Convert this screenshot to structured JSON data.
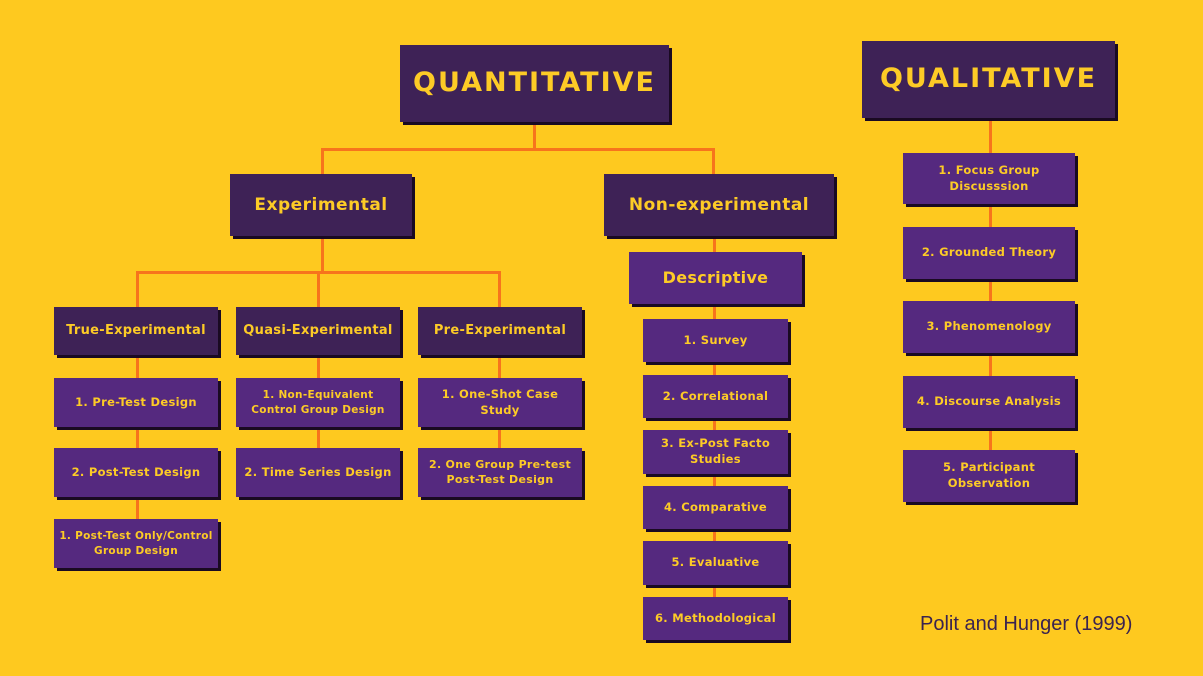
{
  "quantitative": {
    "title": "QUANTITATIVE",
    "experimental": {
      "title": "Experimental",
      "true_experimental": {
        "title": "True-Experimental",
        "items": [
          "1. Pre-Test Design",
          "2. Post-Test Design",
          "1. Post-Test Only/Control Group Design"
        ]
      },
      "quasi_experimental": {
        "title": "Quasi-Experimental",
        "items": [
          "1. Non-Equivalent Control Group Design",
          "2. Time Series Design"
        ]
      },
      "pre_experimental": {
        "title": "Pre-Experimental",
        "items": [
          "1. One-Shot Case Study",
          "2. One Group Pre-test Post-Test Design"
        ]
      }
    },
    "non_experimental": {
      "title": "Non-experimental",
      "descriptive": {
        "title": "Descriptive",
        "items": [
          "1. Survey",
          "2. Correlational",
          "3. Ex-Post Facto Studies",
          "4. Comparative",
          "5. Evaluative",
          "6. Methodological"
        ]
      }
    }
  },
  "qualitative": {
    "title": "QUALITATIVE",
    "items": [
      "1. Focus Group Discusssion",
      "2. Grounded Theory",
      "3. Phenomenology",
      "4. Discourse Analysis",
      "5. Participant Observation"
    ]
  },
  "citation": "Polit and Hunger (1999)",
  "colors": {
    "background": "#FEC91F",
    "box": "#55297F",
    "box_dark": "#3E2256",
    "text": "#FDCB26",
    "connector": "#F7741C"
  }
}
